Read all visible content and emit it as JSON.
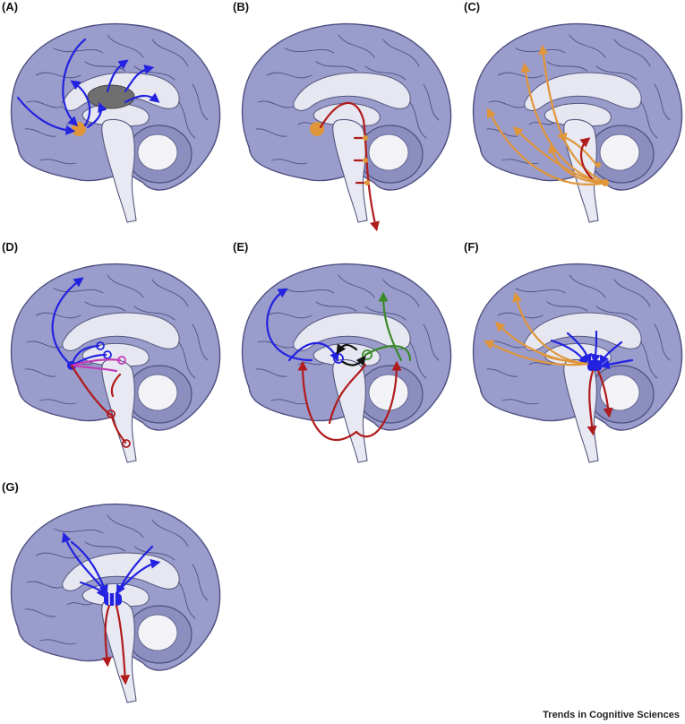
{
  "panels": [
    {
      "id": "A",
      "label": "(A)"
    },
    {
      "id": "B",
      "label": "(B)"
    },
    {
      "id": "C",
      "label": "(C)"
    },
    {
      "id": "D",
      "label": "(D)"
    },
    {
      "id": "E",
      "label": "(E)"
    },
    {
      "id": "F",
      "label": "(F)"
    },
    {
      "id": "G",
      "label": "(G)"
    }
  ],
  "footer": "Trends in Cognitive Sciences",
  "colors": {
    "brain": "#9a9ccb",
    "blue": "#2222e0",
    "orange": "#e0963a",
    "red": "#b01c1c",
    "magenta": "#c03cb8",
    "green": "#3a8a2a",
    "black": "#111111",
    "gray": "#777777"
  },
  "icons": [
    "brain-sagittal-icon"
  ]
}
